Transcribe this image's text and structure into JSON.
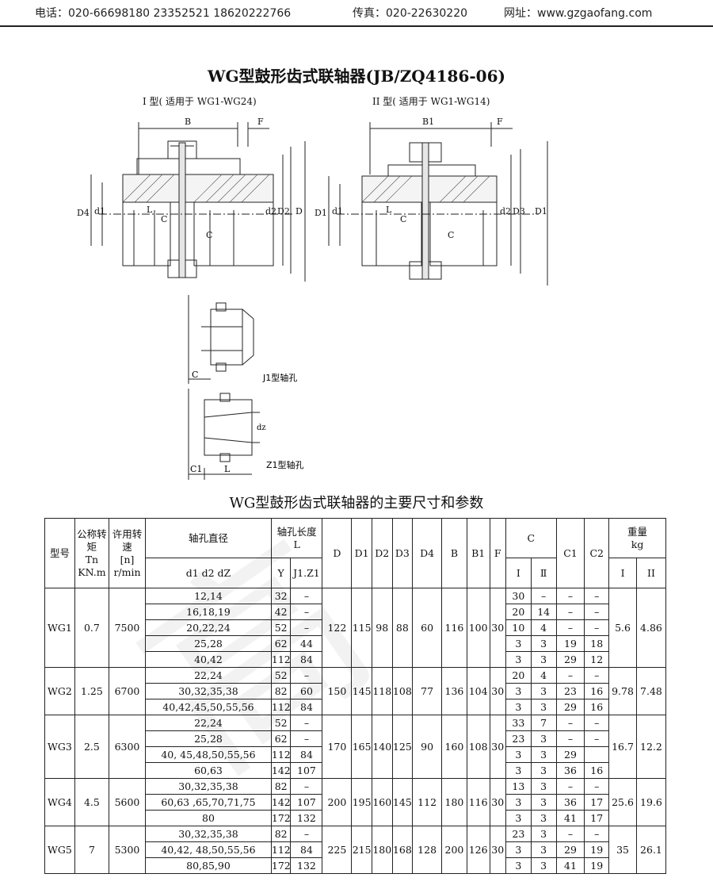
{
  "header": {
    "phone": "电话：020-66698180  23352521  18620222766",
    "fax": "传真：020-22630220",
    "web": "网址：www.gzgaofang.com"
  },
  "title": "WG型鼓形齿式联轴器(JB/ZQ4186-06)",
  "diagram": {
    "type1_caption": "I 型( 适用于 WG1-WG24)",
    "type2_caption": "II  型( 适用于 WG1-WG14)",
    "j1_label": "J1型轴孔",
    "z1_label": "Z1型轴孔",
    "dims": {
      "B": "B",
      "B1": "B1",
      "F": "F",
      "L": "L",
      "C": "C",
      "C1": "C1",
      "D": "D",
      "D1": "D1",
      "D2": "D2",
      "D3": "D3",
      "D4": "D4",
      "d1": "d1",
      "d2": "d2",
      "dz": "dz"
    }
  },
  "table_title": "WG型鼓形齿式联轴器的主要尺寸和参数",
  "table": {
    "headers": {
      "model": "型号",
      "torque": "公称转矩",
      "torque_unit": "Tn",
      "torque_unit2": "KN.m",
      "speed": "许用转速",
      "speed_unit": "[n]",
      "speed_unit2": "r/min",
      "bore": "轴孔直径",
      "bore_sub": "d1  d2  dZ",
      "bore_len": "轴孔长度",
      "bore_len_L": "L",
      "Y": "Y",
      "J1Z1": "J1.Z1",
      "D": "D",
      "D1": "D1",
      "D2": "D2",
      "D3": "D3",
      "D4": "D4",
      "B": "B",
      "B1": "B1",
      "F": "F",
      "C": "C",
      "C_I": "Ⅰ",
      "C_II": "Ⅱ",
      "C1": "C1",
      "C2": "C2",
      "weight": "重量",
      "weight_unit": "kg",
      "W_I": "I",
      "W_II": "II"
    },
    "groups": [
      {
        "model": "WG1",
        "torque": "0.7",
        "speed": "7500",
        "D": "122",
        "D1": "115",
        "D2": "98",
        "D3": "88",
        "D4": "60",
        "B": "116",
        "B1": "100",
        "F": "30",
        "WI": "5.6",
        "WII": "4.86",
        "rows": [
          {
            "bore": "12,14",
            "Y": "32",
            "J": "–",
            "CI": "30",
            "CII": "–",
            "C1": "–",
            "C2": "–"
          },
          {
            "bore": "16,18,19",
            "Y": "42",
            "J": "–",
            "CI": "20",
            "CII": "14",
            "C1": "–",
            "C2": "–"
          },
          {
            "bore": "20,22,24",
            "Y": "52",
            "J": "–",
            "CI": "10",
            "CII": "4",
            "C1": "–",
            "C2": "–"
          },
          {
            "bore": "25,28",
            "Y": "62",
            "J": "44",
            "CI": "3",
            "CII": "3",
            "C1": "19",
            "C2": "18"
          },
          {
            "bore": "40,42",
            "Y": "112",
            "J": "84",
            "CI": "3",
            "CII": "3",
            "C1": "29",
            "C2": "12"
          }
        ]
      },
      {
        "model": "WG2",
        "torque": "1.25",
        "speed": "6700",
        "D": "150",
        "D1": "145",
        "D2": "118",
        "D3": "108",
        "D4": "77",
        "B": "136",
        "B1": "104",
        "F": "30",
        "WI": "9.78",
        "WII": "7.48",
        "rows": [
          {
            "bore": "22,24",
            "Y": "52",
            "J": "–",
            "CI": "20",
            "CII": "4",
            "C1": "–",
            "C2": "–"
          },
          {
            "bore": "30,32,35,38",
            "Y": "82",
            "J": "60",
            "CI": "3",
            "CII": "3",
            "C1": "23",
            "C2": "16"
          },
          {
            "bore": "40,42,45,50,55,56",
            "Y": "112",
            "J": "84",
            "CI": "3",
            "CII": "3",
            "C1": "29",
            "C2": "16"
          }
        ]
      },
      {
        "model": "WG3",
        "torque": "2.5",
        "speed": "6300",
        "D": "170",
        "D1": "165",
        "D2": "140",
        "D3": "125",
        "D4": "90",
        "B": "160",
        "B1": "108",
        "F": "30",
        "WI": "16.7",
        "WII": "12.2",
        "rows": [
          {
            "bore": "22,24",
            "Y": "52",
            "J": "–",
            "CI": "33",
            "CII": "7",
            "C1": "–",
            "C2": "–"
          },
          {
            "bore": "25,28",
            "Y": "62",
            "J": "–",
            "CI": "23",
            "CII": "3",
            "C1": "–",
            "C2": "–"
          },
          {
            "bore": "40, 45,48,50,55,56",
            "Y": "112",
            "J": "84",
            "CI": "3",
            "CII": "3",
            "C1": "29",
            "C2": ""
          },
          {
            "bore": "60,63",
            "Y": "142",
            "J": "107",
            "CI": "3",
            "CII": "3",
            "C1": "36",
            "C2": "16"
          }
        ]
      },
      {
        "model": "WG4",
        "torque": "4.5",
        "speed": "5600",
        "D": "200",
        "D1": "195",
        "D2": "160",
        "D3": "145",
        "D4": "112",
        "B": "180",
        "B1": "116",
        "F": "30",
        "WI": "25.6",
        "WII": "19.6",
        "rows": [
          {
            "bore": "30,32,35,38",
            "Y": "82",
            "J": "–",
            "CI": "13",
            "CII": "3",
            "C1": "–",
            "C2": "–"
          },
          {
            "bore": "60,63 ,65,70,71,75",
            "Y": "142",
            "J": "107",
            "CI": "3",
            "CII": "3",
            "C1": "36",
            "C2": "17"
          },
          {
            "bore": "80",
            "Y": "172",
            "J": "132",
            "CI": "3",
            "CII": "3",
            "C1": "41",
            "C2": "17"
          }
        ]
      },
      {
        "model": "WG5",
        "torque": "7",
        "speed": "5300",
        "D": "225",
        "D1": "215",
        "D2": "180",
        "D3": "168",
        "D4": "128",
        "B": "200",
        "B1": "126",
        "F": "30",
        "WI": "35",
        "WII": "26.1",
        "rows": [
          {
            "bore": "30,32,35,38",
            "Y": "82",
            "J": "–",
            "CI": "23",
            "CII": "3",
            "C1": "–",
            "C2": "–"
          },
          {
            "bore": "40,42, 48,50,55,56",
            "Y": "112",
            "J": "84",
            "CI": "3",
            "CII": "3",
            "C1": "29",
            "C2": "19"
          },
          {
            "bore": "80,85,90",
            "Y": "172",
            "J": "132",
            "CI": "3",
            "CII": "3",
            "C1": "41",
            "C2": "19"
          }
        ]
      }
    ]
  }
}
